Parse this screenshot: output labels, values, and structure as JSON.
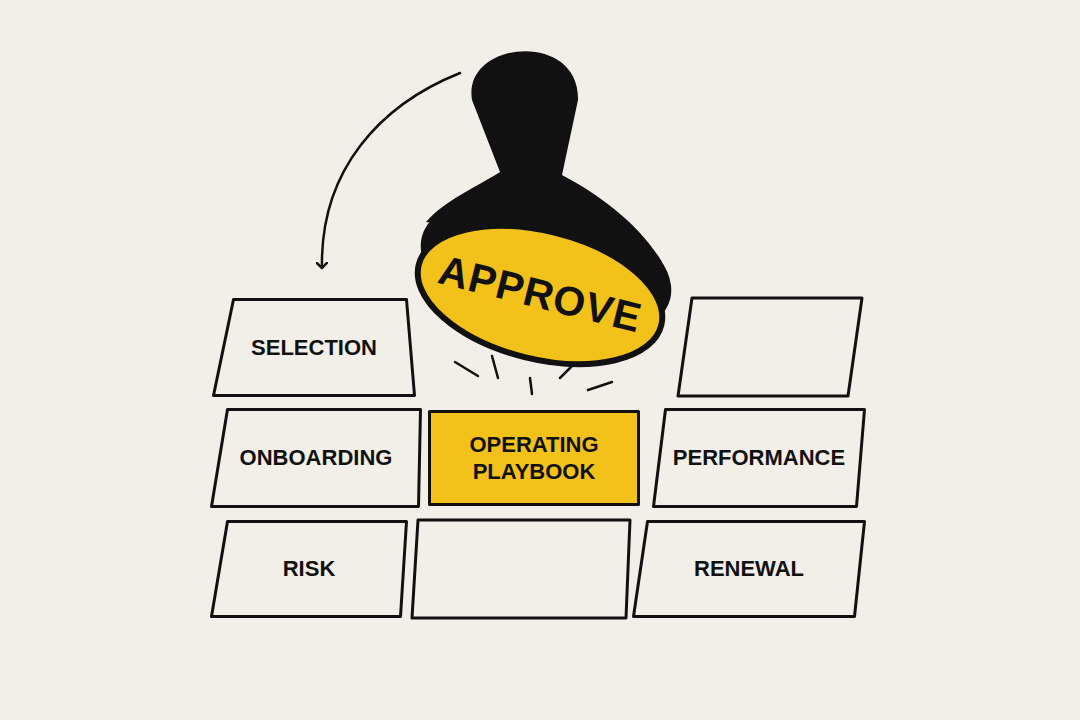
{
  "diagram": {
    "nodes": [
      {
        "text": [
          "APPROVE"
        ]
      },
      {
        "text": [
          "SELECTION"
        ]
      },
      {
        "text": [
          "ONBOARDING"
        ]
      },
      {
        "text": [
          "OPERATING PLAYBOOK"
        ]
      },
      {
        "text": [
          "PERFORMANCE"
        ]
      },
      {
        "text": [
          "RISK"
        ]
      },
      {
        "text": [
          "RENEWAL"
        ]
      }
    ]
  }
}
